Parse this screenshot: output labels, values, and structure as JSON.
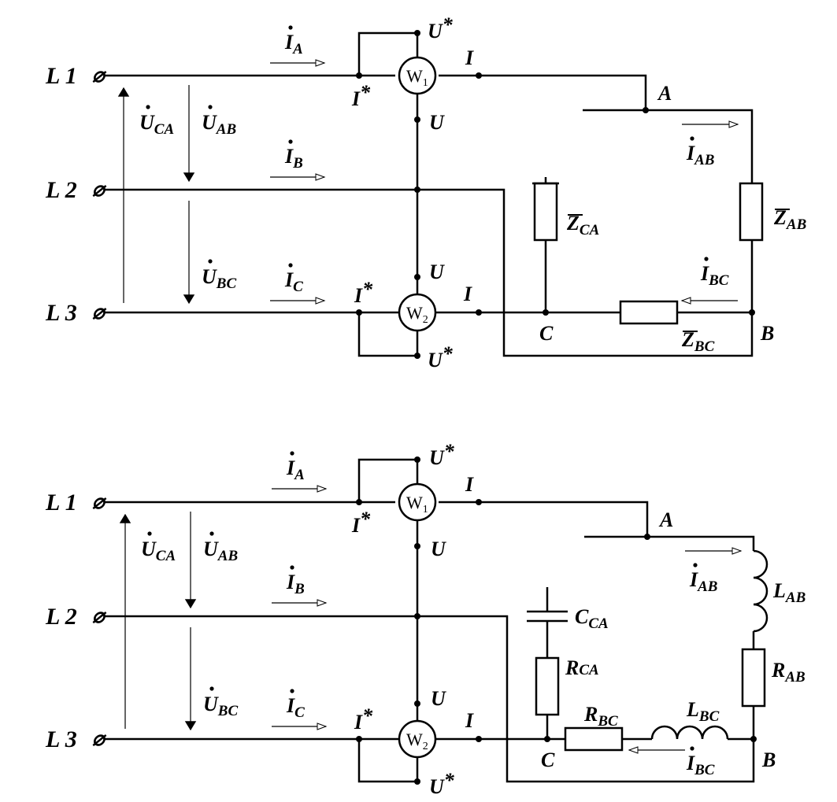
{
  "terminals": {
    "l1": "L 1",
    "l2": "L 2",
    "l3": "L 3"
  },
  "currents": {
    "ia": {
      "base": "I",
      "sub": "A"
    },
    "ib": {
      "base": "I",
      "sub": "B"
    },
    "ic": {
      "base": "I",
      "sub": "C"
    },
    "iab": {
      "base": "I",
      "sub": "AB"
    },
    "ibc": {
      "base": "I",
      "sub": "BC"
    }
  },
  "voltages": {
    "uca": {
      "base": "U",
      "sub": "CA"
    },
    "uab": {
      "base": "U",
      "sub": "AB"
    },
    "ubc": {
      "base": "U",
      "sub": "BC"
    }
  },
  "wattmeters": {
    "w1": {
      "base": "W",
      "sub": "1"
    },
    "w2": {
      "base": "W",
      "sub": "2"
    },
    "u_star": "U",
    "star": "*",
    "i_star": "I",
    "u": "U",
    "i": "I"
  },
  "nodes": {
    "a": "A",
    "b": "B",
    "c": "C"
  },
  "top_impedances": {
    "zca": {
      "base": "Z",
      "sub": "CA"
    },
    "zab": {
      "base": "Z",
      "sub": "AB"
    },
    "zbc": {
      "base": "Z",
      "sub": "BC"
    }
  },
  "bottom_elements": {
    "cca": {
      "base": "C",
      "sub": "CA"
    },
    "rca": {
      "base": "R",
      "sub": "CA"
    },
    "lab": {
      "base": "L",
      "sub": "AB"
    },
    "rab": {
      "base": "R",
      "sub": "AB"
    },
    "rbc": {
      "base": "R",
      "sub": "BC"
    },
    "lbc": {
      "base": "L",
      "sub": "BC"
    }
  }
}
